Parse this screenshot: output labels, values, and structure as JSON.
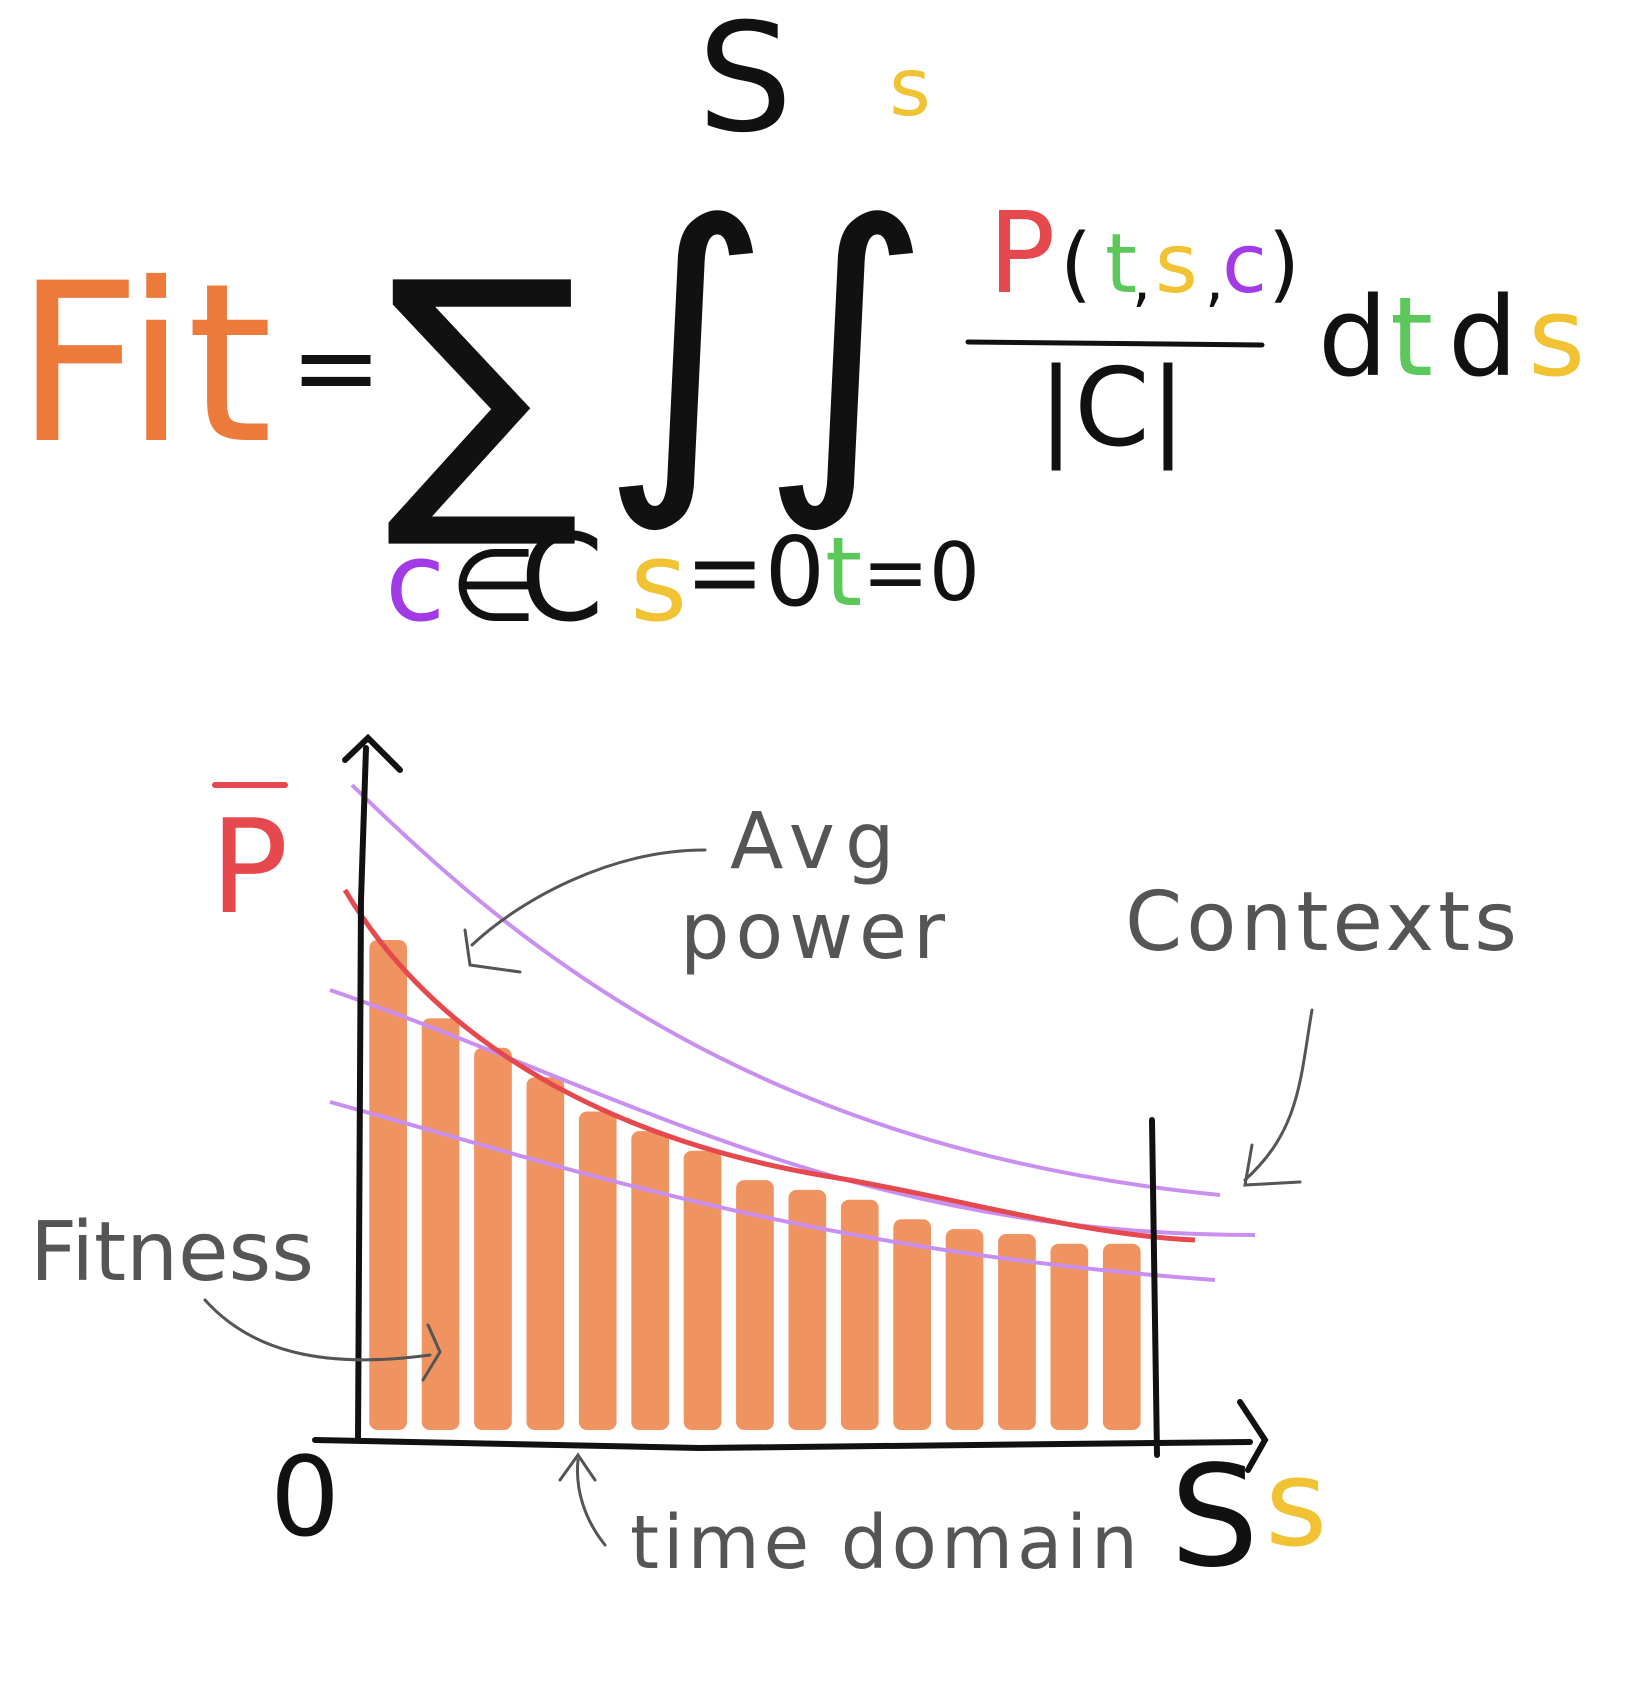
{
  "colors": {
    "ink": "#111111",
    "fit": "#ec7a3a",
    "power": "#e5484d",
    "time": "#5cc85c",
    "span": "#f1c232",
    "context": "#a23be6",
    "bars": "#ee8a52",
    "context_curves": "#c98ff0",
    "annotation": "#555555"
  },
  "formula": {
    "lhs": "Fit",
    "equals": "=",
    "sum_index": "c",
    "sum_in": "∈",
    "sum_set": "C",
    "outer_upper": "S",
    "outer_var": "s",
    "outer_lower_eq": "=0",
    "inner_upper": "s",
    "inner_var": "t",
    "inner_lower_eq": "=0",
    "numerator_P": "P",
    "paren_open": "(",
    "arg_t": "t",
    "comma1": ",",
    "arg_s": "s",
    "comma2": ",",
    "arg_c": "c",
    "paren_close": ")",
    "denominator": "|C|",
    "d1": "d",
    "dt_var": "t",
    "d2": "d",
    "ds_var": "s"
  },
  "graph": {
    "y_label": "P",
    "origin_label": "0",
    "x_end_label": "S",
    "x_axis_var": "s",
    "annotation_avg": "Avg",
    "annotation_power": "power",
    "annotation_contexts": "Contexts",
    "annotation_fitness": "Fitness",
    "annotation_time_domain": "time domain",
    "bar_levels": [
      1.0,
      0.84,
      0.78,
      0.72,
      0.65,
      0.61,
      0.57,
      0.51,
      0.49,
      0.47,
      0.43,
      0.41,
      0.4,
      0.38,
      0.38
    ]
  }
}
